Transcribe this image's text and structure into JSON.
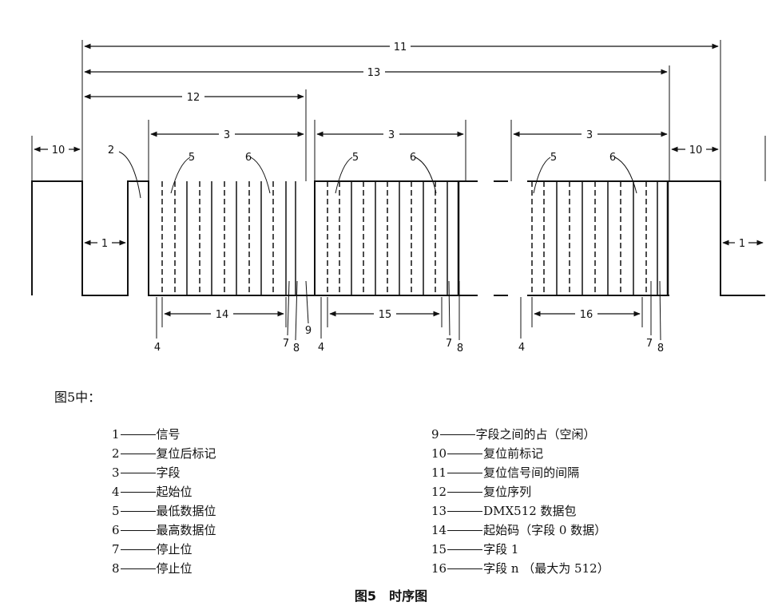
{
  "diagram": {
    "labels": {
      "l1": "1",
      "l2": "2",
      "l3": "3",
      "l4": "4",
      "l5": "5",
      "l6": "6",
      "l7": "7",
      "l8": "8",
      "l9": "9",
      "l10": "10",
      "l11": "11",
      "l12": "12",
      "l13": "13",
      "l14": "14",
      "l15": "15",
      "l16": "16"
    }
  },
  "caption_intro": "图5中：",
  "legend_left": [
    {
      "num": "1",
      "text": "信号"
    },
    {
      "num": "2",
      "text": "复位后标记"
    },
    {
      "num": "3",
      "text": "字段"
    },
    {
      "num": "4",
      "text": "起始位"
    },
    {
      "num": "5",
      "text": "最低数据位"
    },
    {
      "num": "6",
      "text": "最高数据位"
    },
    {
      "num": "7",
      "text": "停止位"
    },
    {
      "num": "8",
      "text": "停止位"
    }
  ],
  "legend_right": [
    {
      "num": "9",
      "text": "字段之间的占（空闲）"
    },
    {
      "num": "10",
      "text": "复位前标记"
    },
    {
      "num": "11",
      "text": "复位信号间的间隔"
    },
    {
      "num": "12",
      "text": "复位序列"
    },
    {
      "num": "13",
      "text": "DMX512 数据包"
    },
    {
      "num": "14",
      "text": "起始码（字段 0 数据）"
    },
    {
      "num": "15",
      "text": "字段 1"
    },
    {
      "num": "16",
      "text": "字段 n （最大为 512）"
    }
  ],
  "figure_title": {
    "number": "图5",
    "name": "时序图"
  }
}
